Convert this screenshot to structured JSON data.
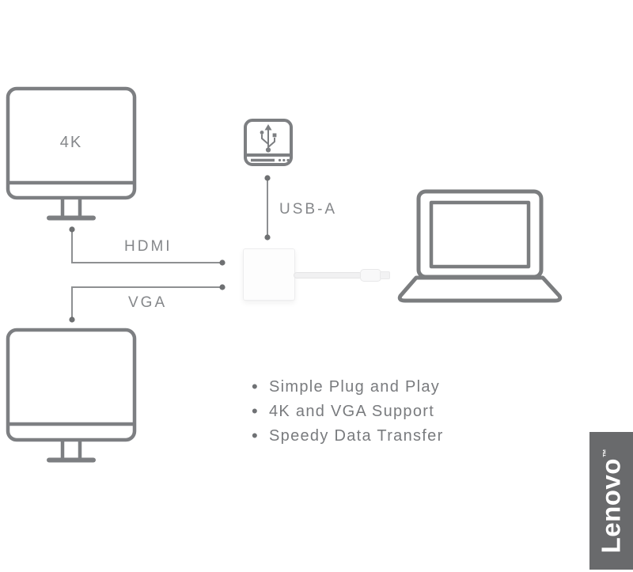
{
  "diagram": {
    "monitor_4k": {
      "label": "4K"
    },
    "connections": {
      "hdmi": {
        "label": "HDMI"
      },
      "vga": {
        "label": "VGA"
      },
      "usb_a": {
        "label": "USB-A"
      }
    }
  },
  "features": {
    "items": [
      "Simple Plug and Play",
      "4K and VGA Support",
      "Speedy Data Transfer"
    ]
  },
  "brand": {
    "name": "Lenovo",
    "trademark": "™"
  },
  "colors": {
    "device_outline": "#7d7f82",
    "connector_line": "#8e9092",
    "connector_dot": "#6e7072",
    "label_text": "#85878a",
    "feature_text": "#797b7e",
    "logo_background": "#696a6c",
    "logo_text": "#ffffff"
  }
}
